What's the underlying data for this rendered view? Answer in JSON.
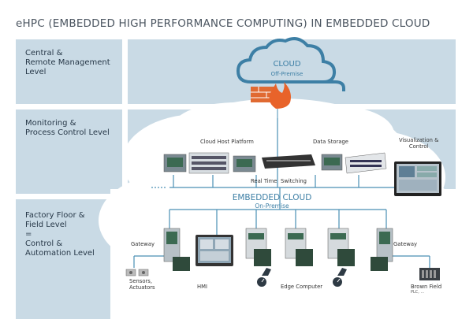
{
  "title": "eHPC (EMBEDDED HIGH PERFORMANCE COMPUTING) IN EMBEDDED CLOUD",
  "levels": [
    {
      "label": "Central &\nRemote Management\nLevel"
    },
    {
      "label": "Monitoring &\nProcess Control Level"
    },
    {
      "label": "Factory Floor &\nField Level\n=\nControl &\nAutomation Level"
    }
  ],
  "cloud": {
    "name": "CLOUD",
    "sub": "Off-Premise"
  },
  "embedded_cloud": {
    "name": "EMBEDDED CLOUD",
    "sub": "On-Premise"
  },
  "captions": {
    "cloud_host": "Cloud Host Platform",
    "data_storage": "Data Storage",
    "visualization": "Visualization &\nControl",
    "real_time": "Real Time",
    "switching": "Switching",
    "gateway_left": "Gateway",
    "gateway_right": "Gateway",
    "sensors": "Sensors,\nActuators",
    "hmi": "HMI",
    "edge": "Edge Computer",
    "brown_field": "Brown Field",
    "brown_field_sub": "PLC, ..."
  },
  "colors": {
    "level_bg": "#c9dae5",
    "line": "#4a8fb5",
    "cloud_stroke": "#3d7fa5",
    "fire": "#e8632a",
    "brick": "#e06a32"
  }
}
